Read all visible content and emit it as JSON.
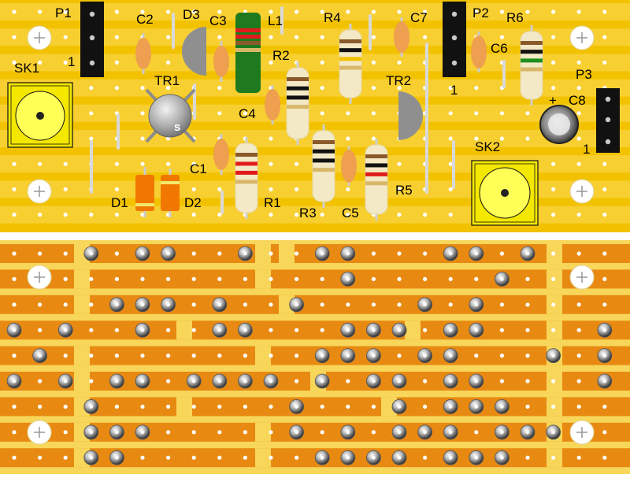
{
  "colors": {
    "board": "#f2c200",
    "track": "#f9d24a",
    "track_line": "#f6cf3a",
    "copper": "#e88a12",
    "gap": "#f7d65a",
    "hole": "#ffffff",
    "header": "#111111",
    "pin": "#c9c9c9",
    "resistor_body": "#f3e9c6",
    "cap_body": "#ee9f4f",
    "inductor_body": "#1f7a1f",
    "transistor": "#9b9b9b",
    "diode": "#f07800",
    "label": "#000000"
  },
  "labels": {
    "p1": "P1",
    "p1_pin": "1",
    "p2": "P2",
    "p2_pin": "1",
    "p3": "P3",
    "p3_pin": "1",
    "sk1": "SK1",
    "sk2": "SK2",
    "tr1": "TR1",
    "tr1_mark": "s",
    "tr2": "TR2",
    "d1": "D1",
    "d2": "D2",
    "d3": "D3",
    "c1": "C1",
    "c2": "C2",
    "c3": "C3",
    "c4": "C4",
    "c5": "C5",
    "c6": "C6",
    "c7": "C7",
    "c8": "C8",
    "c8_polarity": "+",
    "l1": "L1",
    "r1": "R1",
    "r2": "R2",
    "r3": "R3",
    "r4": "R4",
    "r5": "R5",
    "r6": "R6"
  },
  "icons": {
    "mount_hole": "crosshair-circle-icon",
    "solder_joint": "solder-joint-icon",
    "track_break": "track-cut-icon"
  }
}
